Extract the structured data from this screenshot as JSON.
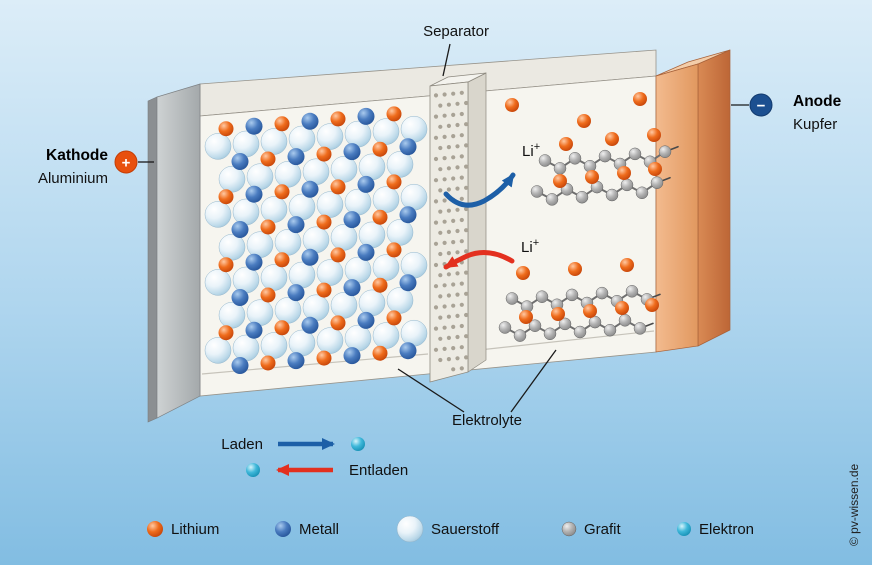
{
  "labels": {
    "separator": "Separator",
    "electrolyte": "Elektrolyte",
    "cathode_name": "Kathode",
    "cathode_material": "Aluminium",
    "cathode_sign": "+",
    "anode_name": "Anode",
    "anode_material": "Kupfer",
    "anode_sign": "−",
    "ion": "Li",
    "ion_charge": "+"
  },
  "flow_legend": {
    "charge": "Laden",
    "discharge": "Entladen"
  },
  "legend": {
    "items": [
      {
        "label": "Lithium",
        "type": "lithium",
        "color": "#e8500e"
      },
      {
        "label": "Metall",
        "type": "metal",
        "color": "#2a5ea8"
      },
      {
        "label": "Sauerstoff",
        "type": "oxygen",
        "color": "#cfe3f0"
      },
      {
        "label": "Grafit",
        "type": "graphite",
        "color": "#9a9a9a"
      },
      {
        "label": "Elektron",
        "type": "electron",
        "color": "#29a8cc"
      }
    ]
  },
  "colors": {
    "charge_arrow": "#1d5fa7",
    "discharge_arrow": "#e3301f",
    "cathode_badge": "#e8500e",
    "anode_badge": "#1c4f90",
    "background_top": "#dcedf8",
    "background_bottom": "#82bde2"
  },
  "copyright": "© pv-wissen.de"
}
